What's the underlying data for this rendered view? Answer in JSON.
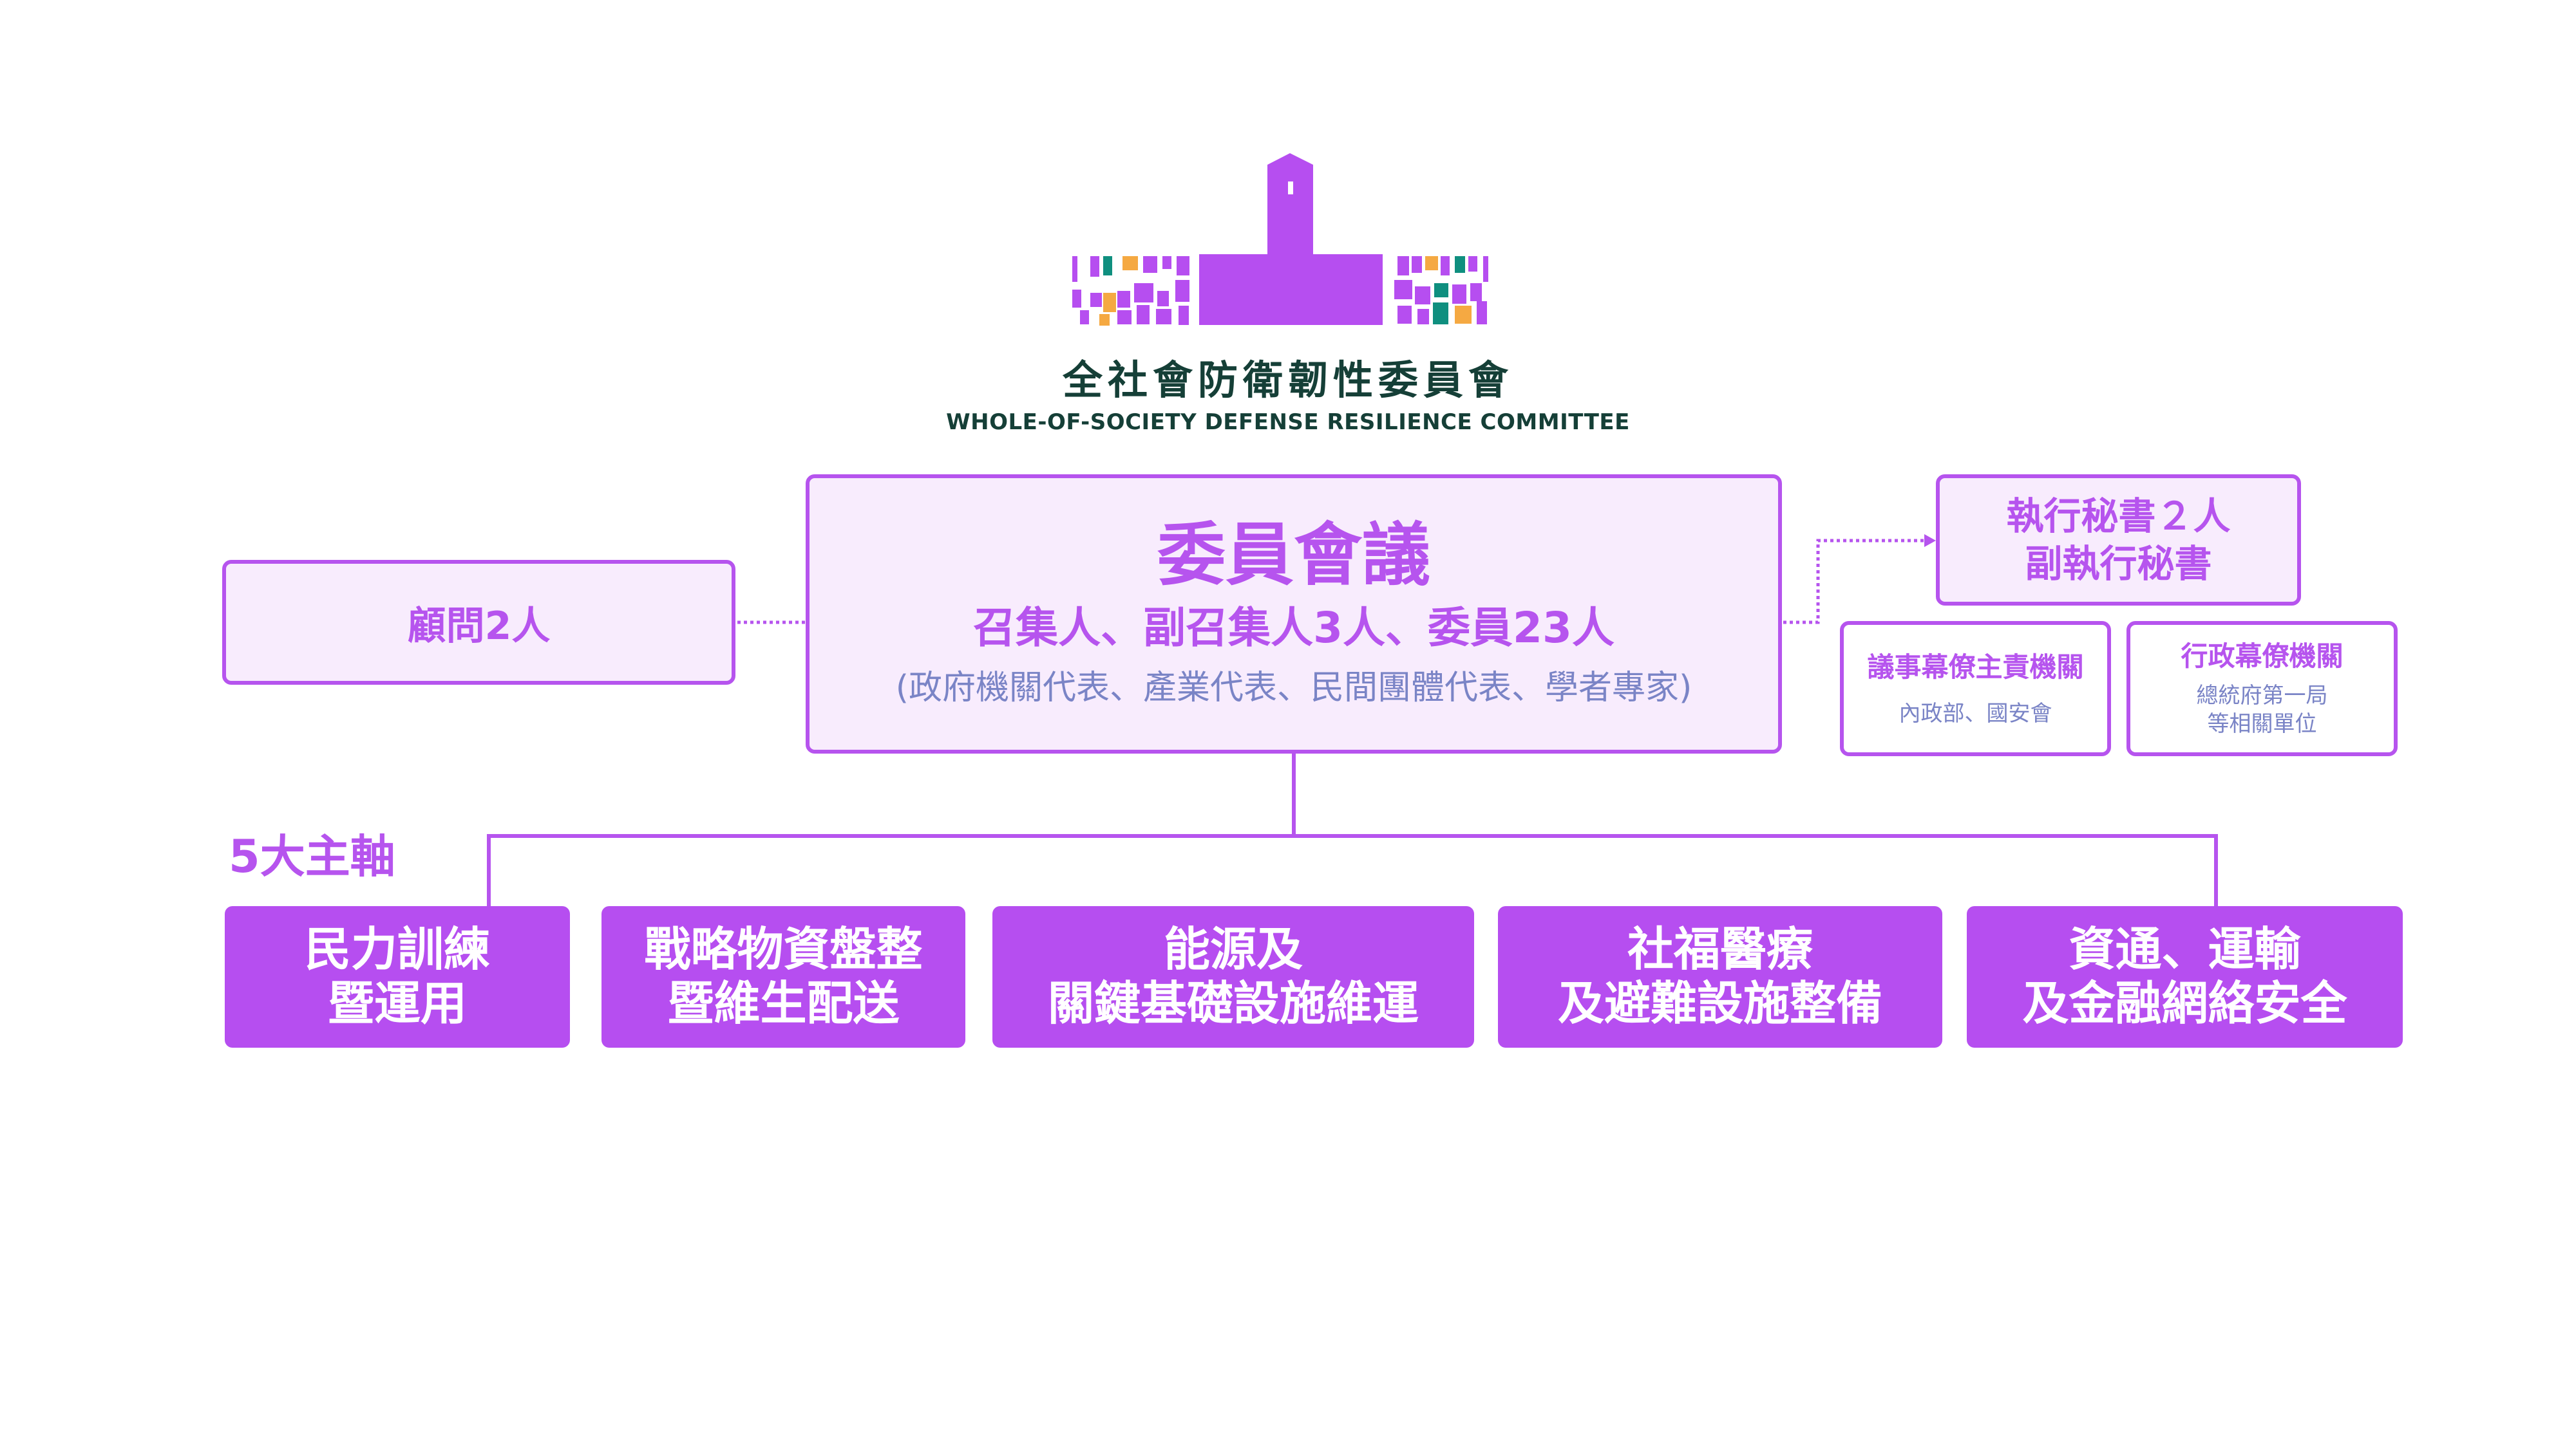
{
  "organization": {
    "name_zh": "全社會防衛韌性委員會",
    "name_en": "WHOLE-OF-SOCIETY DEFENSE RESILIENCE COMMITTEE"
  },
  "advisors": {
    "label": "顧問2人"
  },
  "committee_meeting": {
    "title": "委員會議",
    "members": "召集人、副召集人3人、委員23人",
    "representatives": "(政府機關代表、產業代表、民間團體代表、學者專家)"
  },
  "executive": {
    "line1": "執行秘書２人",
    "line2": "副執行秘書"
  },
  "staff_units": [
    {
      "title": "議事幕僚主責機關",
      "detail_lines": [
        "內政部、國安會"
      ]
    },
    {
      "title": "行政幕僚機關",
      "detail_lines": [
        "總統府第一局",
        "等相關單位"
      ]
    }
  ],
  "pillars_heading": "5大主軸",
  "pillars": [
    {
      "lines": [
        "民力訓練",
        "暨運用"
      ]
    },
    {
      "lines": [
        "戰略物資盤整",
        "暨維生配送"
      ]
    },
    {
      "lines": [
        "能源及",
        "關鍵基礎設施維運"
      ]
    },
    {
      "lines": [
        "社福醫療",
        "及避難設施整備"
      ]
    },
    {
      "lines": [
        "資通、運輸",
        "及金融網絡安全"
      ]
    }
  ],
  "colors": {
    "primary_purple": "#b654ee",
    "pillar_fill": "#b64ef0",
    "box_fill": "#f8ecfd",
    "secondary_text": "#7a84c6",
    "dark_green": "#153f37",
    "logo_teal": "#0f8f7f",
    "logo_orange": "#f5a942"
  }
}
